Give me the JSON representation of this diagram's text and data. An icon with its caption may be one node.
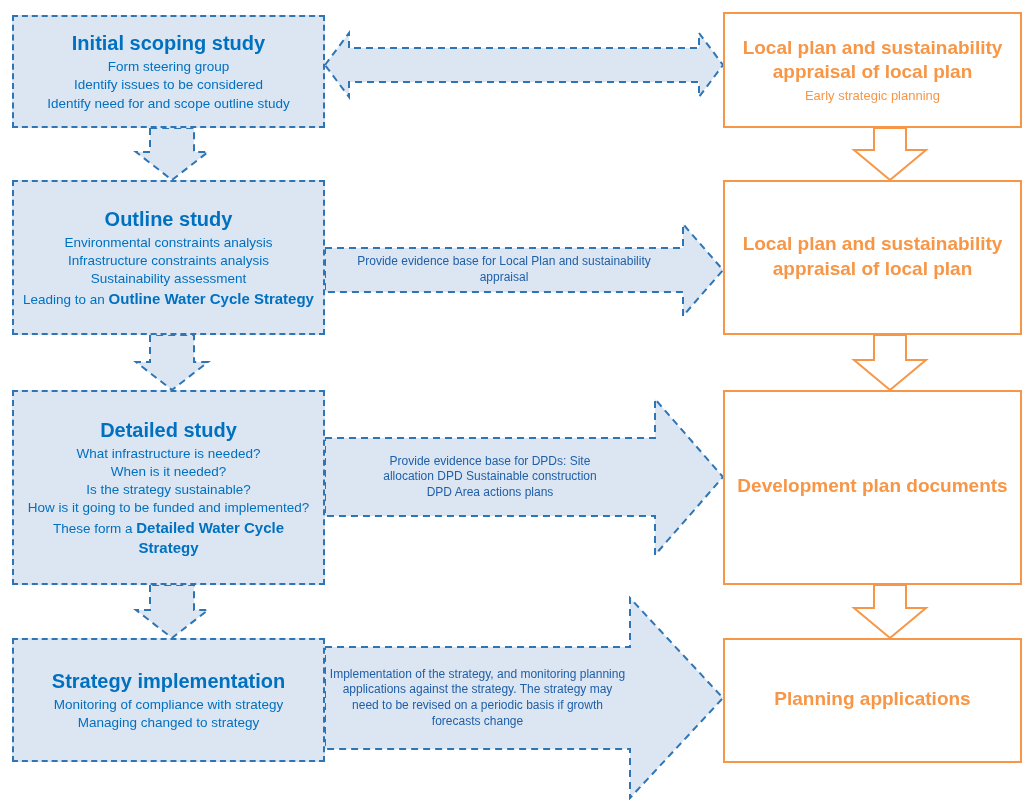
{
  "diagram": {
    "nodes": [
      {
        "text": [
          "Initial scoping study",
          "Form steering group",
          "Identify issues to be considered",
          "Identify need for and scope outline study"
        ]
      },
      {
        "text": [
          "Outline study",
          "Environmental constraints analysis",
          "Infrastructure constraints analysis",
          "Sustainability assessment",
          "Leading to an **Outline Water Cycle Strategy**"
        ]
      },
      {
        "text": [
          "Detailed study",
          "What infrastructure is needed?",
          "When is it needed?",
          "Is the strategy sustainable?",
          "How is it going to be funded and implemented?",
          "These form a **Detailed Water Cycle Strategy**"
        ]
      },
      {
        "text": [
          "Strategy implementation",
          "Monitoring of compliance with strategy",
          "Managing changed to strategy"
        ]
      },
      {
        "text": [
          "Local plan and sustainability appraisal of local plan",
          "Early strategic planning"
        ]
      },
      {
        "text": [
          "Local plan and sustainability appraisal of local plan"
        ]
      },
      {
        "text": [
          "Development plan documents"
        ]
      },
      {
        "text": [
          "Planning applications"
        ]
      }
    ],
    "edges": [
      {
        "from": 0,
        "to": 4,
        "arrow": "both",
        "style": "dashed"
      },
      {
        "from": 1,
        "to": 5,
        "arrow": "to",
        "style": "dashed",
        "label": "Provide evidence base for Local Plan and sustainability appraisal"
      },
      {
        "from": 2,
        "to": 6,
        "arrow": "to",
        "style": "dashed",
        "label": "Provide evidence base for DPDs: Site allocation DPD Sustainable construction DPD Area actions plans"
      },
      {
        "from": 3,
        "to": 7,
        "arrow": "to",
        "style": "dashed",
        "label": "Implementation of the strategy, and monitoring planning applications against the strategy. The strategy may need to be revised on a periodic basis if growth forecasts change"
      },
      {
        "from": 0,
        "to": 1,
        "arrow": "to",
        "style": "dashed"
      },
      {
        "from": 1,
        "to": 2,
        "arrow": "to",
        "style": "dashed"
      },
      {
        "from": 2,
        "to": 3,
        "arrow": "to",
        "style": "dashed"
      },
      {
        "from": 4,
        "to": 5,
        "arrow": "to",
        "color": "#f79646"
      },
      {
        "from": 5,
        "to": 6,
        "arrow": "to",
        "color": "#f79646"
      },
      {
        "from": 6,
        "to": 7,
        "arrow": "to",
        "color": "#f79646"
      }
    ]
  }
}
